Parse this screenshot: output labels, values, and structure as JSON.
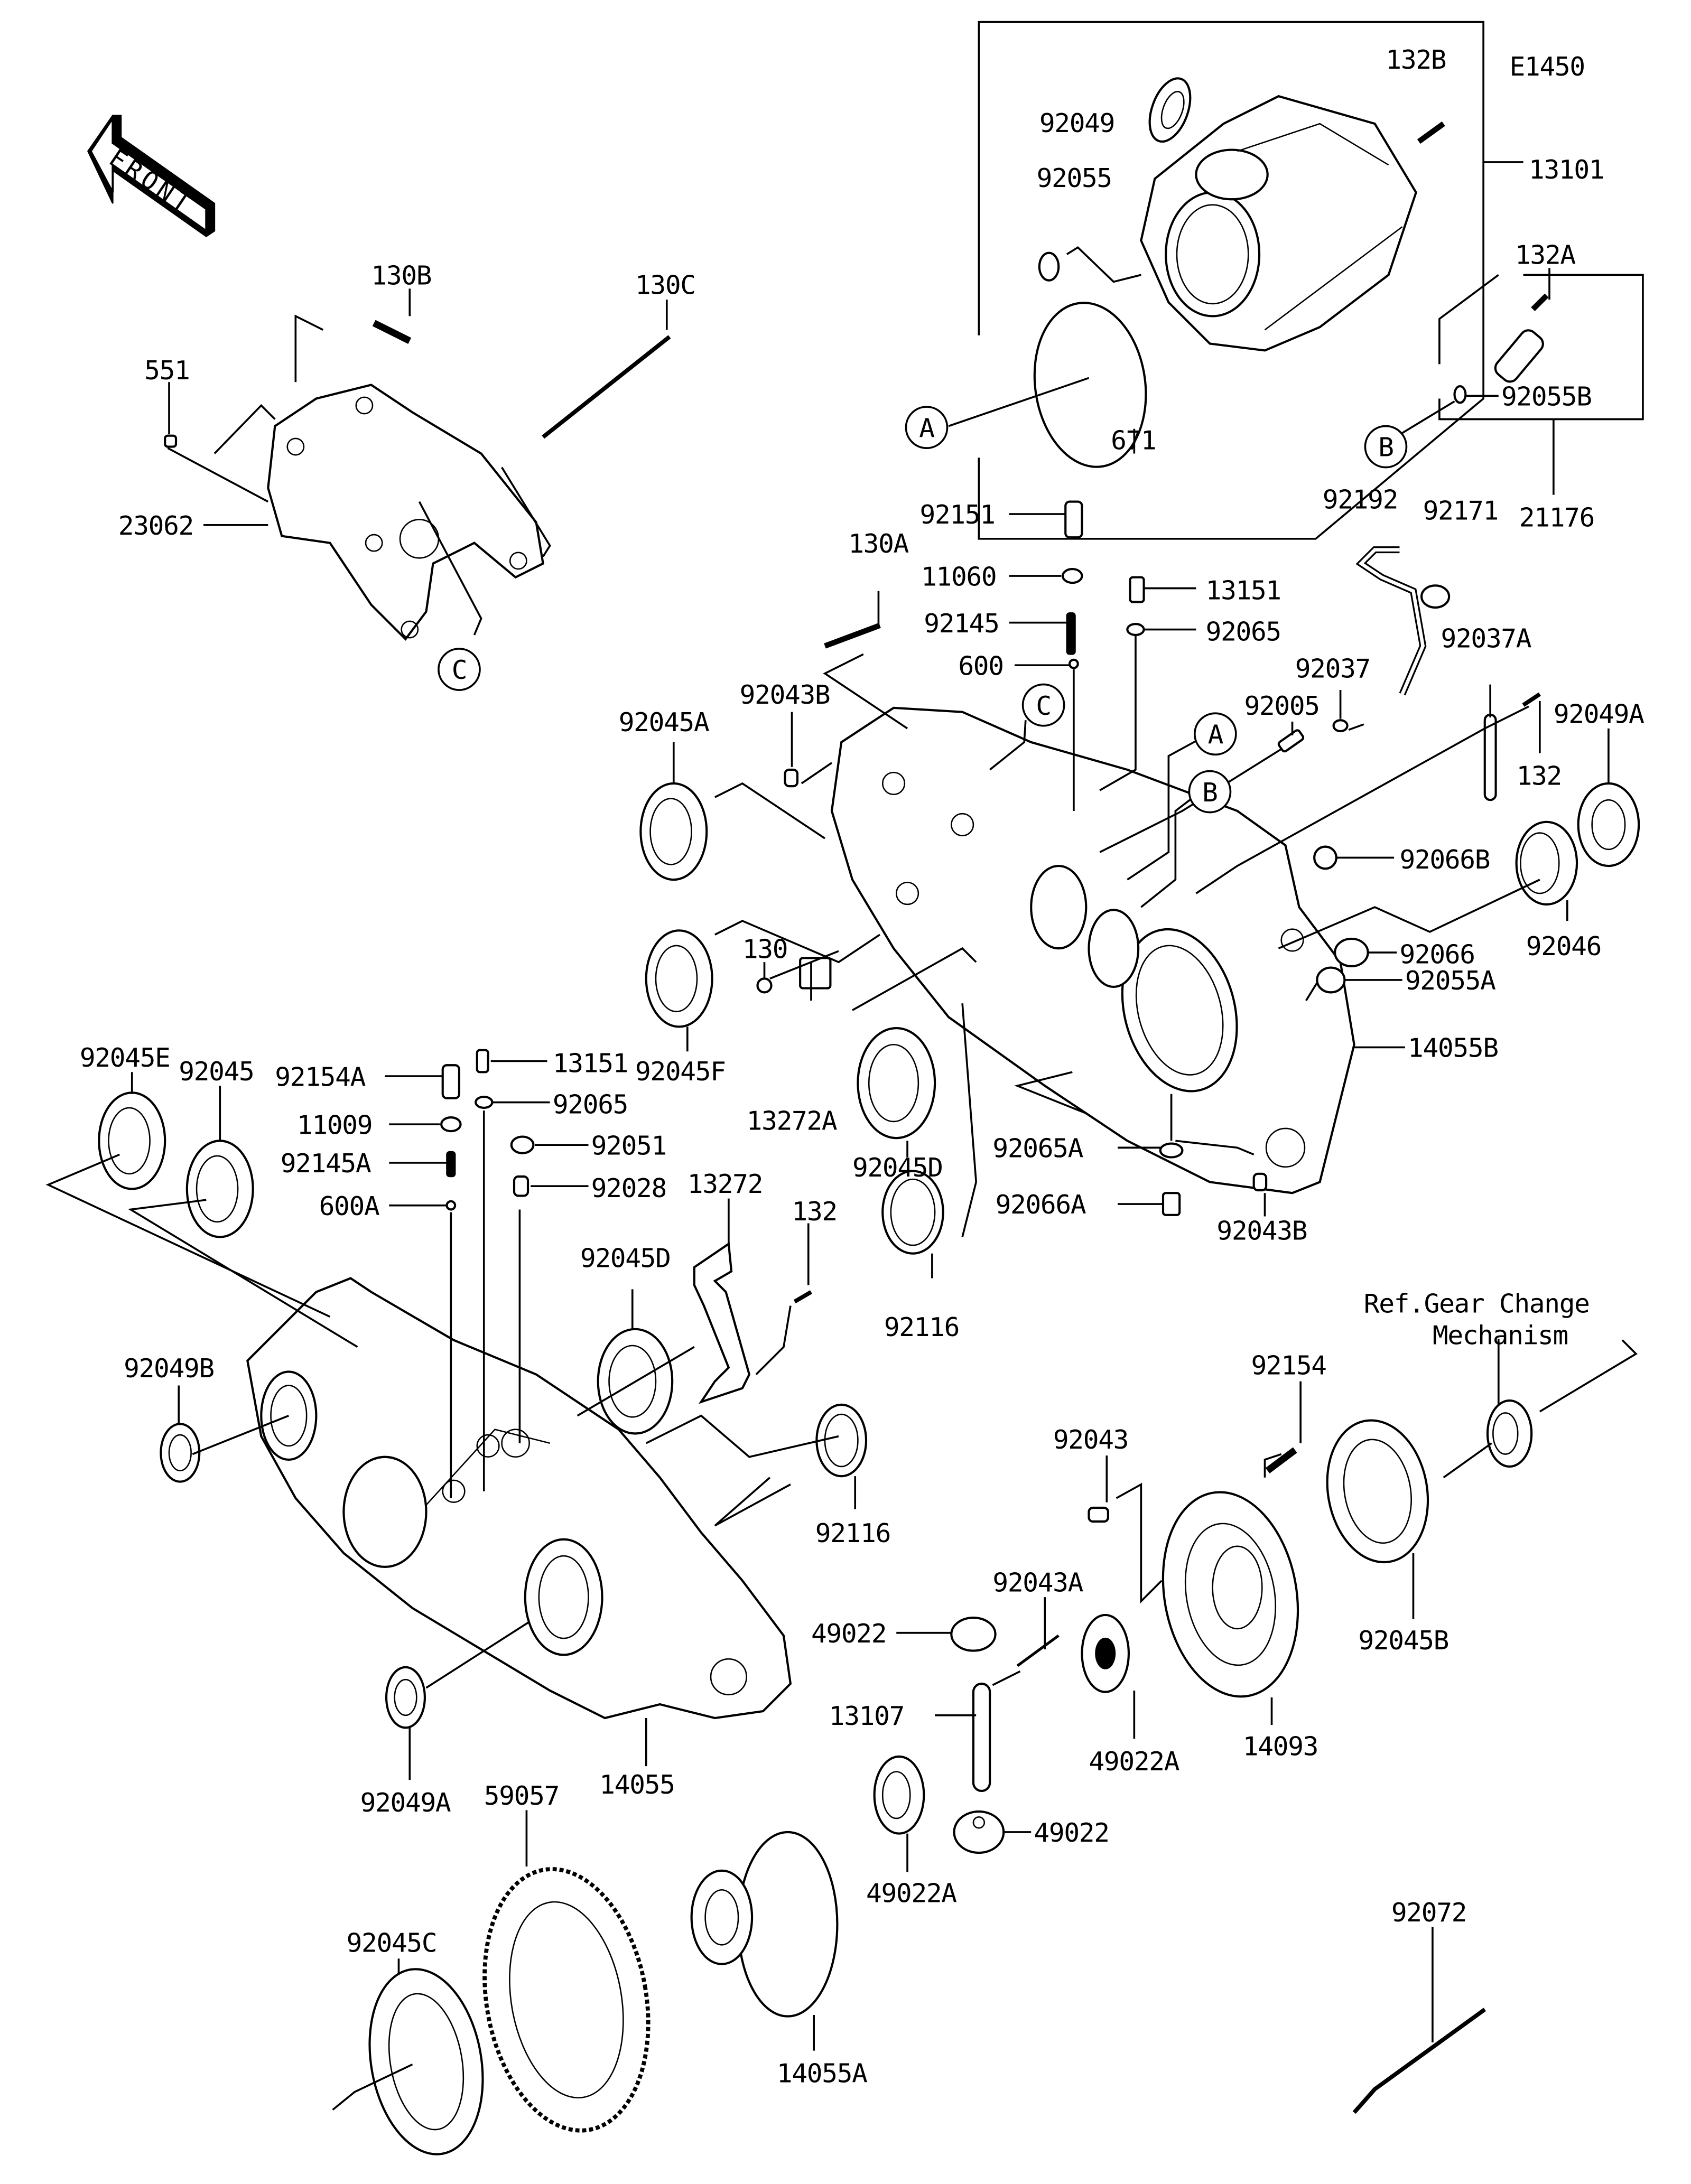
{
  "diagram": {
    "code": "E1450",
    "front_label": "FRONT",
    "reference_note_line1": "Ref.Gear Change",
    "reference_note_line2": "Mechanism",
    "callouts": [
      "A",
      "B",
      "C"
    ],
    "part_labels": [
      "132B",
      "92049",
      "13101",
      "92055",
      "671",
      "132A",
      "92055B",
      "21176",
      "130B",
      "130C",
      "551",
      "23062",
      "92151",
      "130A",
      "11060",
      "92145",
      "600",
      "13151",
      "92065",
      "92192",
      "92171",
      "92037A",
      "92037",
      "92005",
      "92049A",
      "132",
      "92043B",
      "92045A",
      "92066B",
      "92046",
      "92066",
      "92055A",
      "92045F",
      "130",
      "13272A",
      "92045D",
      "14055B",
      "92065A",
      "92066A",
      "92043B",
      "92116",
      "92045E",
      "92045",
      "92154A",
      "13151",
      "11009",
      "92065",
      "92145A",
      "92051",
      "600A",
      "92028",
      "13272",
      "132",
      "92045D",
      "92049B",
      "92116",
      "92154",
      "92043",
      "92045B",
      "14093",
      "92043A",
      "49022",
      "13107",
      "49022A",
      "49022",
      "49022A",
      "92049A",
      "14055",
      "59057",
      "92045C",
      "14055A",
      "92072"
    ]
  }
}
